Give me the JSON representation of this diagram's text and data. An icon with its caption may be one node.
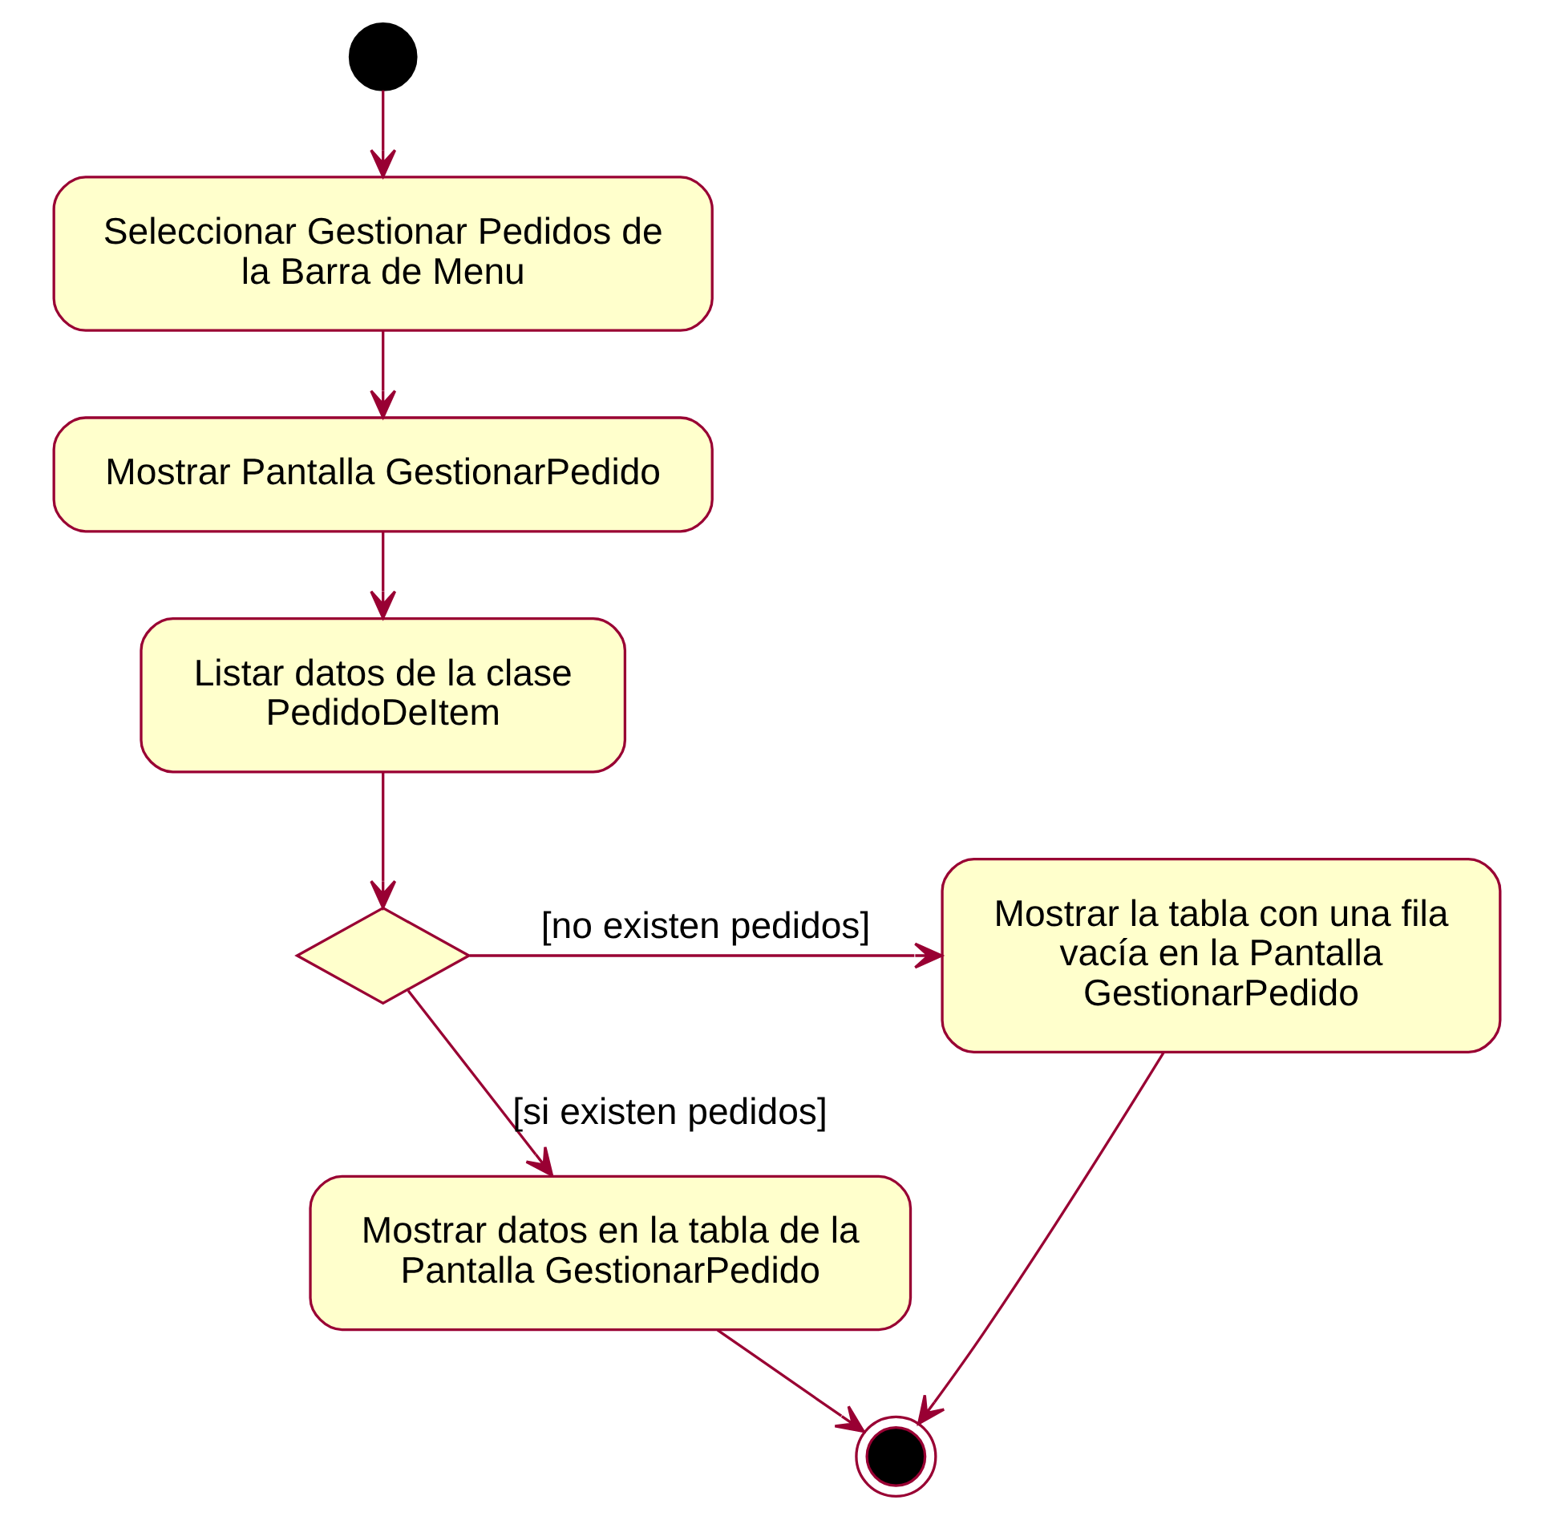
{
  "diagram": {
    "nodes": [
      {
        "text": [],
        "shape": "circle"
      },
      {
        "text": [
          "Seleccionar Gestionar Pedidos de la Barra de Menu"
        ]
      },
      {
        "text": [
          "Mostrar Pantalla GestionarPedido"
        ]
      },
      {
        "text": [
          "Listar datos de la clase PedidoDeItem"
        ]
      },
      {
        "text": [],
        "shape": "diamond"
      },
      {
        "text": [
          "Mostrar la tabla con una fila vacía en la Pantalla GestionarPedido"
        ]
      },
      {
        "text": [
          "Mostrar datos en la tabla de la Pantalla GestionarPedido"
        ]
      },
      {
        "text": [],
        "shape": "bullseye"
      }
    ],
    "edges": [
      {
        "from": 0,
        "to": 1,
        "arrow": "to"
      },
      {
        "from": 1,
        "to": 2,
        "arrow": "to"
      },
      {
        "from": 2,
        "to": 3,
        "arrow": "to"
      },
      {
        "from": 3,
        "to": 4,
        "arrow": "to"
      },
      {
        "from": 4,
        "to": 5,
        "arrow": "to",
        "label": "[no existen pedidos]"
      },
      {
        "from": 4,
        "to": 6,
        "arrow": "to",
        "label": "[si existen pedidos]"
      },
      {
        "from": 6,
        "to": 7,
        "arrow": "to"
      },
      {
        "from": 5,
        "to": 7,
        "arrow": "to"
      }
    ]
  }
}
